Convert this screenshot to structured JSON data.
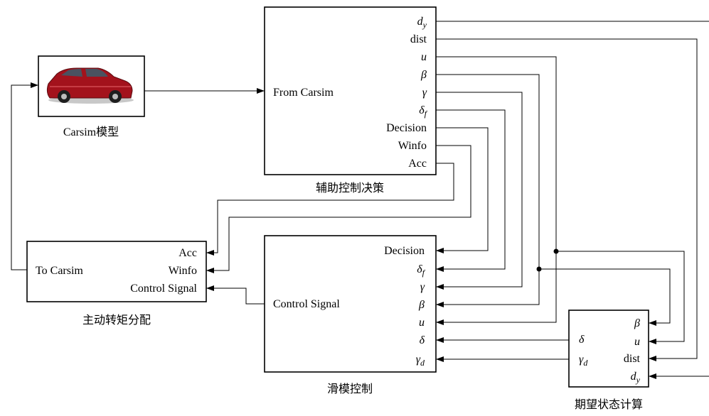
{
  "blocks": {
    "carsim": {
      "caption": "Carsim模型",
      "image": "red-sedan-car"
    },
    "aux": {
      "caption": "辅助控制决策",
      "input": "From Carsim",
      "outputs": [
        {
          "text": "d",
          "sub": "y",
          "italic": true
        },
        {
          "text": "dist",
          "sub": "",
          "italic": false
        },
        {
          "text": "u",
          "sub": "",
          "italic": true
        },
        {
          "text": "β",
          "sub": "",
          "italic": true
        },
        {
          "text": "γ",
          "sub": "",
          "italic": true
        },
        {
          "text": "δ",
          "sub": "f",
          "italic": true
        },
        {
          "text": "Decision",
          "sub": "",
          "italic": false
        },
        {
          "text": "Winfo",
          "sub": "",
          "italic": false
        },
        {
          "text": "Acc",
          "sub": "",
          "italic": false
        }
      ]
    },
    "torque": {
      "caption": "主动转矩分配",
      "output": "To Carsim",
      "inputs": [
        "Acc",
        "Winfo",
        "Control Signal"
      ]
    },
    "smc": {
      "caption": "滑模控制",
      "output": "Control Signal",
      "inputs": [
        {
          "text": "Decision",
          "sub": "",
          "italic": false
        },
        {
          "text": "δ",
          "sub": "f",
          "italic": true
        },
        {
          "text": "γ",
          "sub": "",
          "italic": true
        },
        {
          "text": "β",
          "sub": "",
          "italic": true
        },
        {
          "text": "u",
          "sub": "",
          "italic": true
        },
        {
          "text": "δ",
          "sub": "",
          "italic": true
        },
        {
          "text": "γ",
          "sub": "d",
          "italic": true
        }
      ]
    },
    "desired": {
      "caption": "期望状态计算",
      "outputs": [
        {
          "text": "δ",
          "sub": "",
          "italic": true
        },
        {
          "text": "γ",
          "sub": "d",
          "italic": true
        }
      ],
      "inputs": [
        {
          "text": "β",
          "sub": "",
          "italic": true
        },
        {
          "text": "u",
          "sub": "",
          "italic": true
        },
        {
          "text": "dist",
          "sub": "",
          "italic": false
        },
        {
          "text": "d",
          "sub": "y",
          "italic": true
        }
      ]
    }
  }
}
